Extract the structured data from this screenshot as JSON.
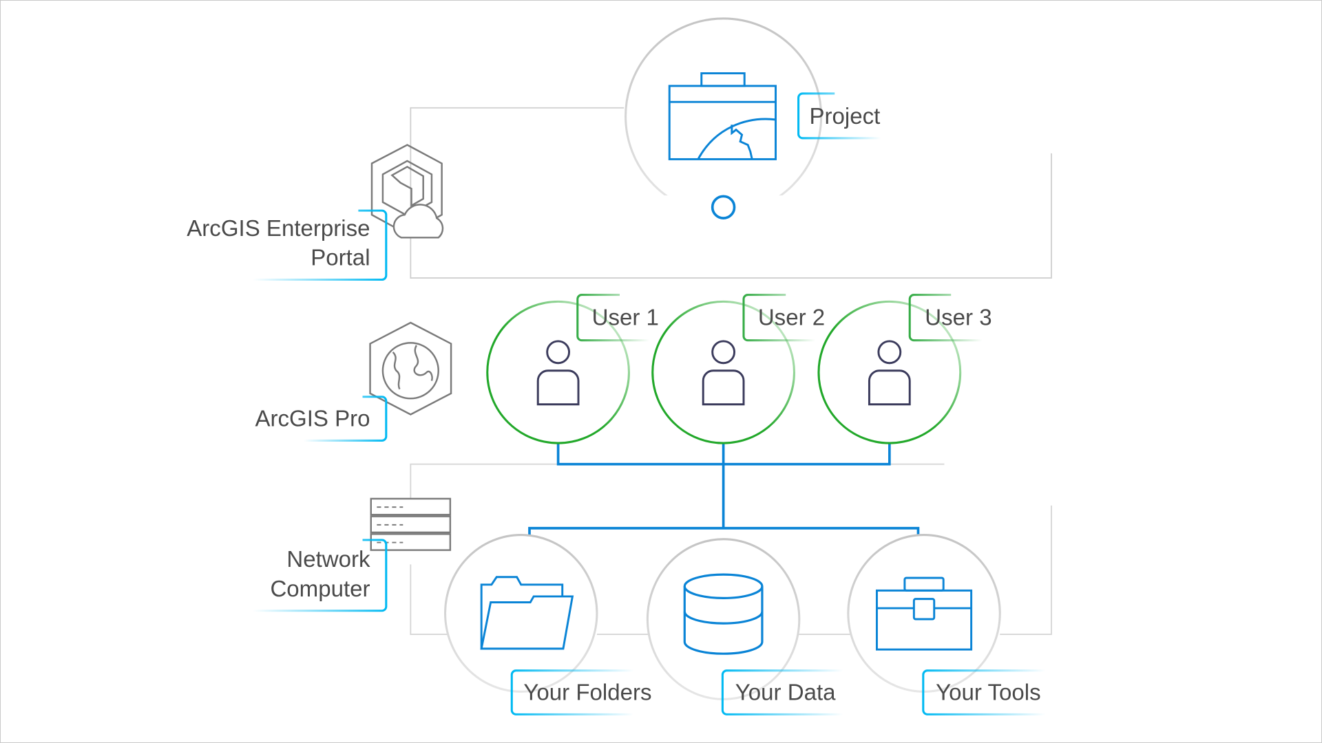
{
  "diagram": {
    "top": {
      "label": "Project",
      "icon": "project-map-icon"
    },
    "layers": [
      {
        "label_line1": "ArcGIS Enterprise",
        "label_line2": "Portal",
        "icon": "enterprise-portal-icon"
      },
      {
        "label_line1": "ArcGIS Pro",
        "icon": "arcgis-pro-icon"
      },
      {
        "label_line1": "Network",
        "label_line2": "Computer",
        "icon": "server-icon"
      }
    ],
    "users": [
      {
        "label": "User 1"
      },
      {
        "label": "User 2"
      },
      {
        "label": "User 3"
      }
    ],
    "resources": [
      {
        "label": "Your Folders",
        "icon": "folder-icon"
      },
      {
        "label": "Your Data",
        "icon": "database-icon"
      },
      {
        "label": "Your Tools",
        "icon": "toolbox-icon"
      }
    ],
    "colors": {
      "blue": "#0079c1",
      "cyan": "#00b9f2",
      "green": "#35ac46",
      "user_icon": "#3b3b5c",
      "gray": "#c8c8c8",
      "icon_gray": "#7a7a7a",
      "text": "#4a4a4a"
    }
  }
}
